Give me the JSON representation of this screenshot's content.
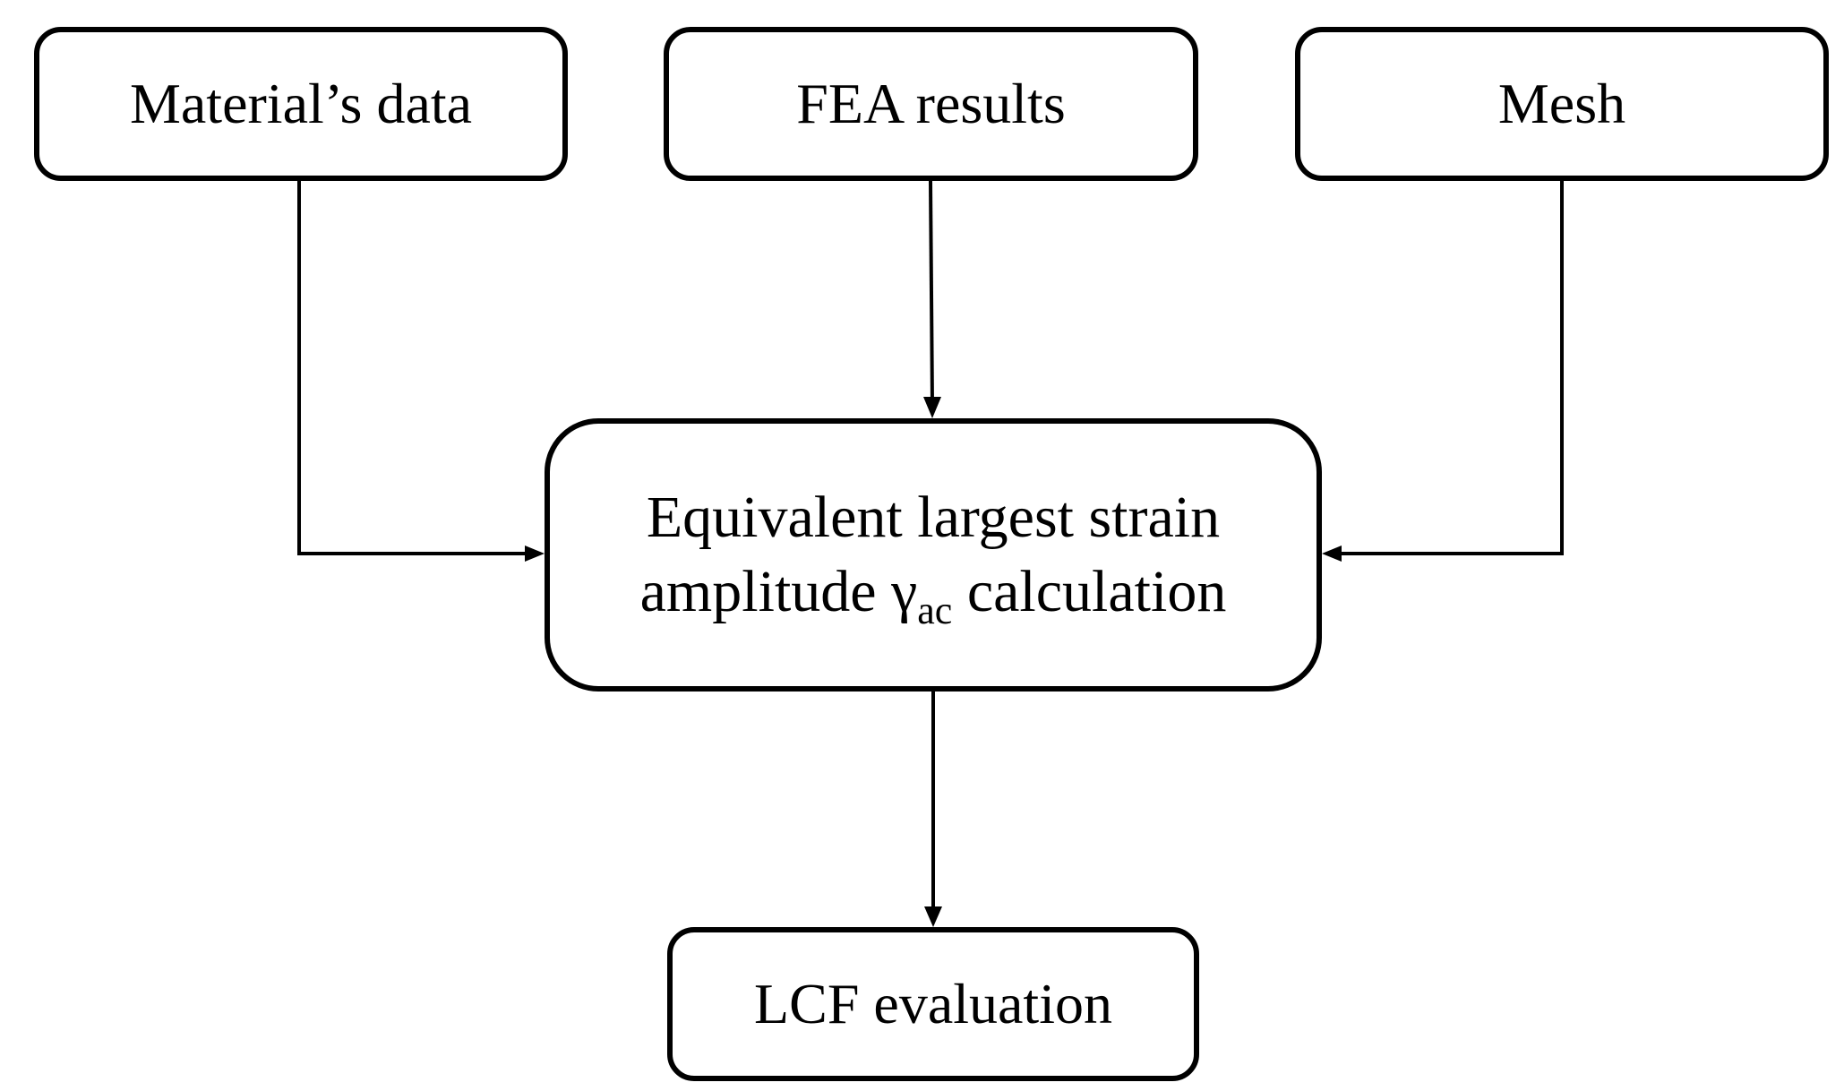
{
  "nodes": {
    "material": {
      "label": "Material’s data"
    },
    "fea": {
      "label": "FEA results"
    },
    "mesh": {
      "label": "Mesh"
    },
    "center": {
      "line1": "Equivalent largest strain",
      "line2_prefix": "amplitude ",
      "symbol": "γ",
      "subscript": "ac",
      "line2_suffix": " calculation"
    },
    "lcf": {
      "label": "LCF evaluation"
    }
  },
  "edges": [
    {
      "from": "material",
      "to": "center"
    },
    {
      "from": "fea",
      "to": "center"
    },
    {
      "from": "mesh",
      "to": "center"
    },
    {
      "from": "center",
      "to": "lcf"
    }
  ]
}
